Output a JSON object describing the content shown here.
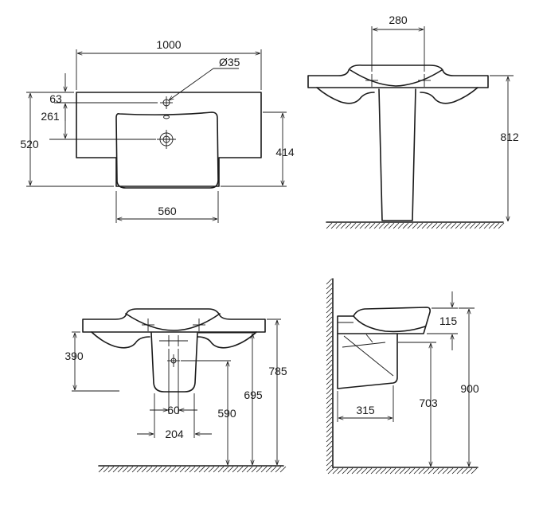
{
  "views": {
    "top": {
      "dims": {
        "overall_width": "1000",
        "tap_hole": "Ø35",
        "tap_offset": "63",
        "waste_offset": "261",
        "overall_depth": "520",
        "bowl_depth": "414",
        "bowl_width": "560"
      }
    },
    "pedestal": {
      "dims": {
        "tap_spacing": "280",
        "rim_height": "812"
      }
    },
    "wall_hung": {
      "dims": {
        "bowl_drop": "390",
        "waste_spacing": "60",
        "trap_width": "204",
        "waste_height": "590",
        "shroud_height": "695",
        "rim_height": "785"
      }
    },
    "side": {
      "dims": {
        "basin_thickness": "115",
        "projection": "315",
        "waste_height": "703",
        "rim_height": "900"
      }
    }
  }
}
